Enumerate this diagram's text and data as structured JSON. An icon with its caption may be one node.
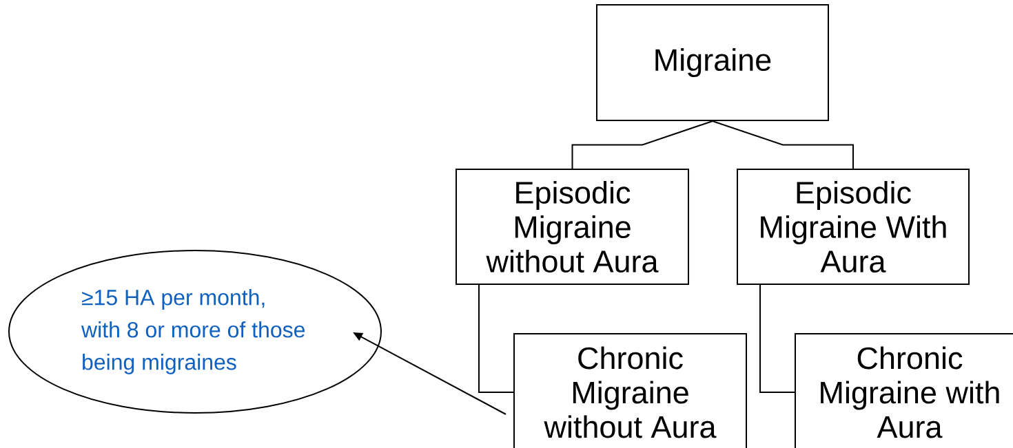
{
  "diagram": {
    "nodes": [
      {
        "text": [
          "Migraine"
        ]
      },
      {
        "text": [
          "Episodic Migraine without Aura"
        ]
      },
      {
        "text": [
          "Episodic Migraine With Aura"
        ]
      },
      {
        "text": [
          "Chronic Migraine without Aura"
        ]
      },
      {
        "text": [
          "Chronic Migraine with Aura"
        ]
      },
      {
        "text": [
          "≥15 HA per month, with 8 or more of those being migraines"
        ]
      }
    ],
    "edges": [
      {
        "from": 0,
        "to": 1,
        "arrow": "none"
      },
      {
        "from": 0,
        "to": 2,
        "arrow": "none"
      },
      {
        "from": 1,
        "to": 3,
        "arrow": "none"
      },
      {
        "from": 2,
        "to": 4,
        "arrow": "none"
      },
      {
        "from": 3,
        "to": 5,
        "arrow": "to"
      }
    ]
  }
}
